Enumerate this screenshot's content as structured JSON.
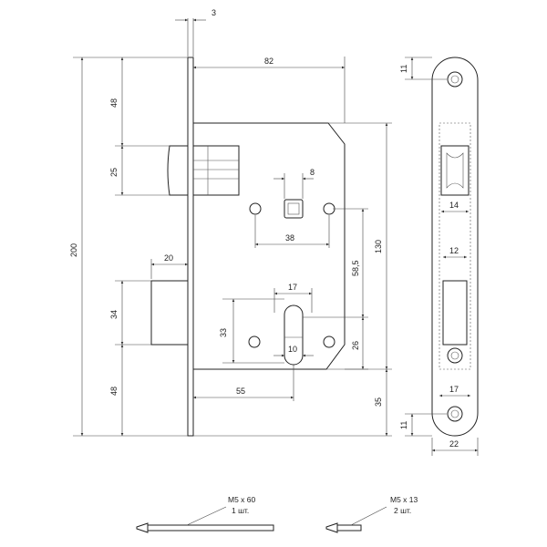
{
  "drawing": {
    "dimensions": {
      "plate_thickness": "3",
      "body_depth": "82",
      "backset_square": "8",
      "mount_hole_spacing": "38",
      "square_to_cylinder": "58,5",
      "body_height": "130",
      "cylinder_to_bottom": "26",
      "cylinder_hole_width": "17",
      "cylinder_bottom_width": "10",
      "lower_hole_height": "33",
      "backset_cylinder": "55",
      "bottom_offset": "35",
      "overall_height": "200",
      "top_to_latch": "48",
      "latch_height": "25",
      "bolt_projection": "20",
      "bolt_height": "34",
      "bottom_to_bolt": "48",
      "faceplate_top_hole": "11",
      "faceplate_latch_width": "14",
      "faceplate_bolt_width": "12",
      "faceplate_inner_width": "17",
      "faceplate_bottom_hole": "11",
      "faceplate_width": "22"
    },
    "screws": [
      {
        "size": "M5 x 60",
        "qty": "1 шт."
      },
      {
        "size": "M5 x 13",
        "qty": "2 шт."
      }
    ]
  }
}
